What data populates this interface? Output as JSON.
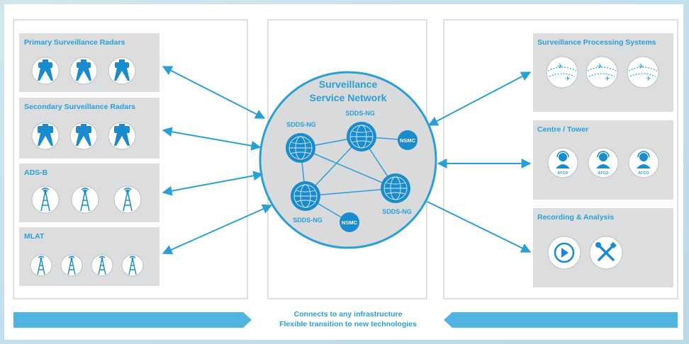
{
  "colors": {
    "accent": "#2a9fd6",
    "node_fill": "#1a8ccd",
    "group_fill": "#dcdddf",
    "panel_bg": "#ffffff",
    "outer_bg": "#c9e3ec",
    "circle_fill": "#d9dadc",
    "icon_bg": "#ffffff",
    "text_blue": "#2a9fd6"
  },
  "left_groups": [
    {
      "label": "Primary Surveillance Radars",
      "icon": "primary-radar-icon",
      "count": 3
    },
    {
      "label": "Secondary Surveillance Radars",
      "icon": "secondary-radar-icon",
      "count": 3
    },
    {
      "label": "ADS-B",
      "icon": "ads-b-antenna-icon",
      "count": 3
    },
    {
      "label": "MLAT",
      "icon": "mlat-antenna-icon",
      "count": 4
    }
  ],
  "network": {
    "title_line1": "Surveillance",
    "title_line2": "Service Network",
    "nodes": [
      {
        "label": "SDDS-NG",
        "type": "sdds"
      },
      {
        "label": "SDDS-NG",
        "type": "sdds"
      },
      {
        "label": "SDDS-NG",
        "type": "sdds"
      },
      {
        "label": "SDDS-NG",
        "type": "sdds"
      },
      {
        "label": "NSMC",
        "type": "nsmc"
      },
      {
        "label": "NSMC",
        "type": "nsmc"
      }
    ]
  },
  "right_groups": [
    {
      "label": "Surveillance Processing Systems",
      "icon": "aircraft-track-icon",
      "count": 3
    },
    {
      "label": "Centre / Tower",
      "icon": "atco-controller-icon",
      "count": 3,
      "item_label": "ATCO"
    },
    {
      "label": "Recording & Analysis",
      "icons": [
        "play-icon",
        "tools-icon"
      ]
    }
  ],
  "footer": {
    "line1": "Connects to any infrastructure",
    "line2": "Flexible transition to new technologies"
  }
}
